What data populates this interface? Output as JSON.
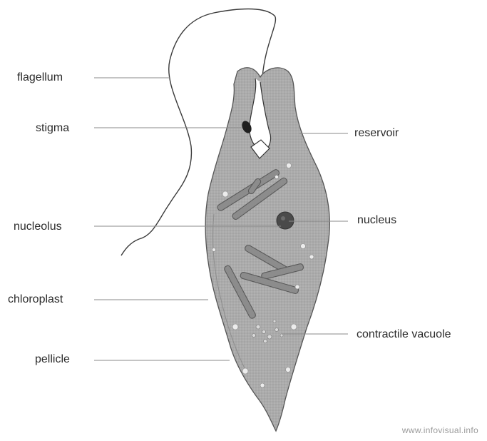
{
  "labels": {
    "flagellum": "flagellum",
    "stigma": "stigma",
    "nucleolus": "nucleolus",
    "chloroplast": "chloroplast",
    "pellicle": "pellicle",
    "reservoir": "reservoir",
    "nucleus": "nucleus",
    "contractile_vacuole": "contractile vacuole"
  },
  "watermark": "www.infovisual.info",
  "colors": {
    "body_fill": "#a9a9a9",
    "body_outline": "#555555",
    "leader_line": "#8a8a8a",
    "nucleus": "#4a4a4a",
    "chloroplast": "#8c8c8c"
  }
}
